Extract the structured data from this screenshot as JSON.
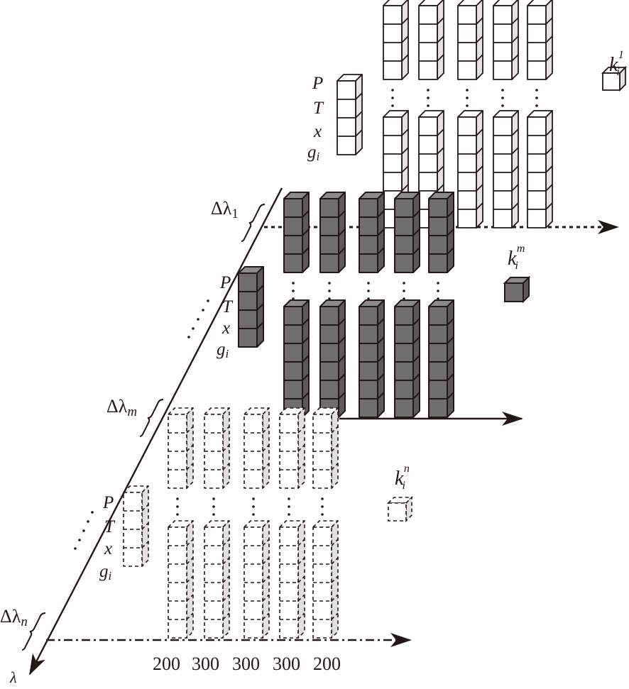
{
  "diagram": {
    "axis_label": "λ",
    "colors": {
      "line": "#231815",
      "layer1_face": "#ffffff",
      "layer1_side": "#e3e3e3",
      "layerm_face": "#6e6e6e",
      "layerm_top": "#8a8a8a",
      "layerm_side": "#5a5a5a",
      "layern_face": "#ffffff",
      "layern_side": "#e0e0e0"
    },
    "layers": [
      {
        "id": "layer-1",
        "delta_label": "Δλ",
        "delta_sub": "1",
        "style": "white",
        "arrow_style": "dotted",
        "k_label": "k",
        "k_sub": "i",
        "k_sup": "1",
        "vars": [
          "P",
          "T",
          "x",
          "g"
        ],
        "var_sub": "i",
        "top_cubes": 4,
        "bottom_cubes": 6,
        "columns": 5
      },
      {
        "id": "layer-m",
        "delta_label": "Δλ",
        "delta_sub": "m",
        "style": "gray",
        "arrow_style": "solid",
        "k_label": "k",
        "k_sub": "i",
        "k_sup": "m",
        "vars": [
          "P",
          "T",
          "x",
          "g"
        ],
        "var_sub": "i",
        "top_cubes": 4,
        "bottom_cubes": 6,
        "columns": 5
      },
      {
        "id": "layer-n",
        "delta_label": "Δλ",
        "delta_sub": "n",
        "style": "dashed",
        "arrow_style": "dash-dot",
        "k_label": "k",
        "k_sub": "i",
        "k_sup": "n",
        "vars": [
          "P",
          "T",
          "x",
          "g"
        ],
        "var_sub": "i",
        "top_cubes": 4,
        "bottom_cubes": 6,
        "columns": 5
      }
    ],
    "column_values": [
      "200",
      "300",
      "300",
      "300",
      "200"
    ]
  }
}
